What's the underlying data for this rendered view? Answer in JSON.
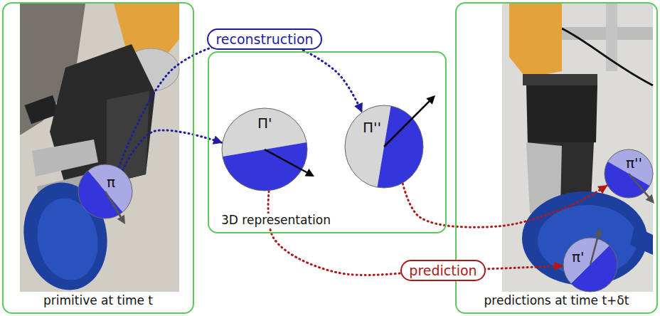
{
  "diagram": {
    "nodes": [
      {
        "text": [
          "primitive at time t"
        ]
      },
      {
        "text": [
          "π"
        ],
        "in": 0
      },
      {
        "text": [
          "3D representation"
        ]
      },
      {
        "text": [
          "Π'"
        ],
        "in": 2
      },
      {
        "text": [
          "Π''"
        ],
        "in": 2
      },
      {
        "text": [
          "predictions at time t+δt"
        ]
      },
      {
        "text": [
          "π''"
        ],
        "in": 5
      },
      {
        "text": [
          "π'"
        ],
        "in": 5
      }
    ],
    "edges": [
      {
        "from": 1,
        "to": 3,
        "arrow": "to"
      },
      {
        "from": 1,
        "to": 4,
        "arrow": "to",
        "label": "reconstruction"
      },
      {
        "from": 3,
        "to": 7,
        "arrow": "to",
        "label": "prediction"
      },
      {
        "from": 4,
        "to": 6,
        "arrow": "to"
      }
    ]
  }
}
